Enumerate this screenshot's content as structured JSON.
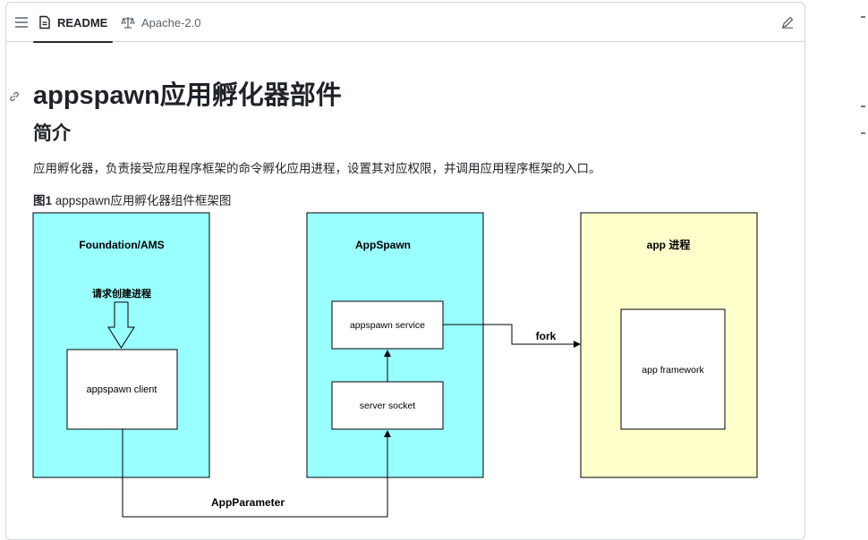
{
  "header": {
    "tabs": [
      {
        "label": "README",
        "icon": "book-icon",
        "active": true
      },
      {
        "label": "Apache-2.0",
        "icon": "scale-icon",
        "active": false
      }
    ],
    "edit_icon": "pencil-icon",
    "menu_icon": "list-icon"
  },
  "content": {
    "title": "appspawn应用孵化器部件",
    "section_heading": "简介",
    "intro": "应用孵化器，负责接受应用程序框架的命令孵化应用进程，设置其对应权限，并调用应用程序框架的入口。",
    "figure_label": "图1",
    "figure_caption": " appspawn应用孵化器组件框架图"
  },
  "diagram": {
    "foundation_title": "Foundation/AMS",
    "request_label": "请求创建进程",
    "client_label": "appspawn client",
    "appspawn_title": "AppSpawn",
    "service_label": "appspawn service",
    "socket_label": "server socket",
    "app_process_title": "app 进程",
    "framework_label": "app framework",
    "fork_label": "fork",
    "parameter_label": "AppParameter",
    "colors": {
      "cyan_box": "#99ffff",
      "yellow_box": "#ffffcc",
      "stroke": "#000000"
    }
  }
}
